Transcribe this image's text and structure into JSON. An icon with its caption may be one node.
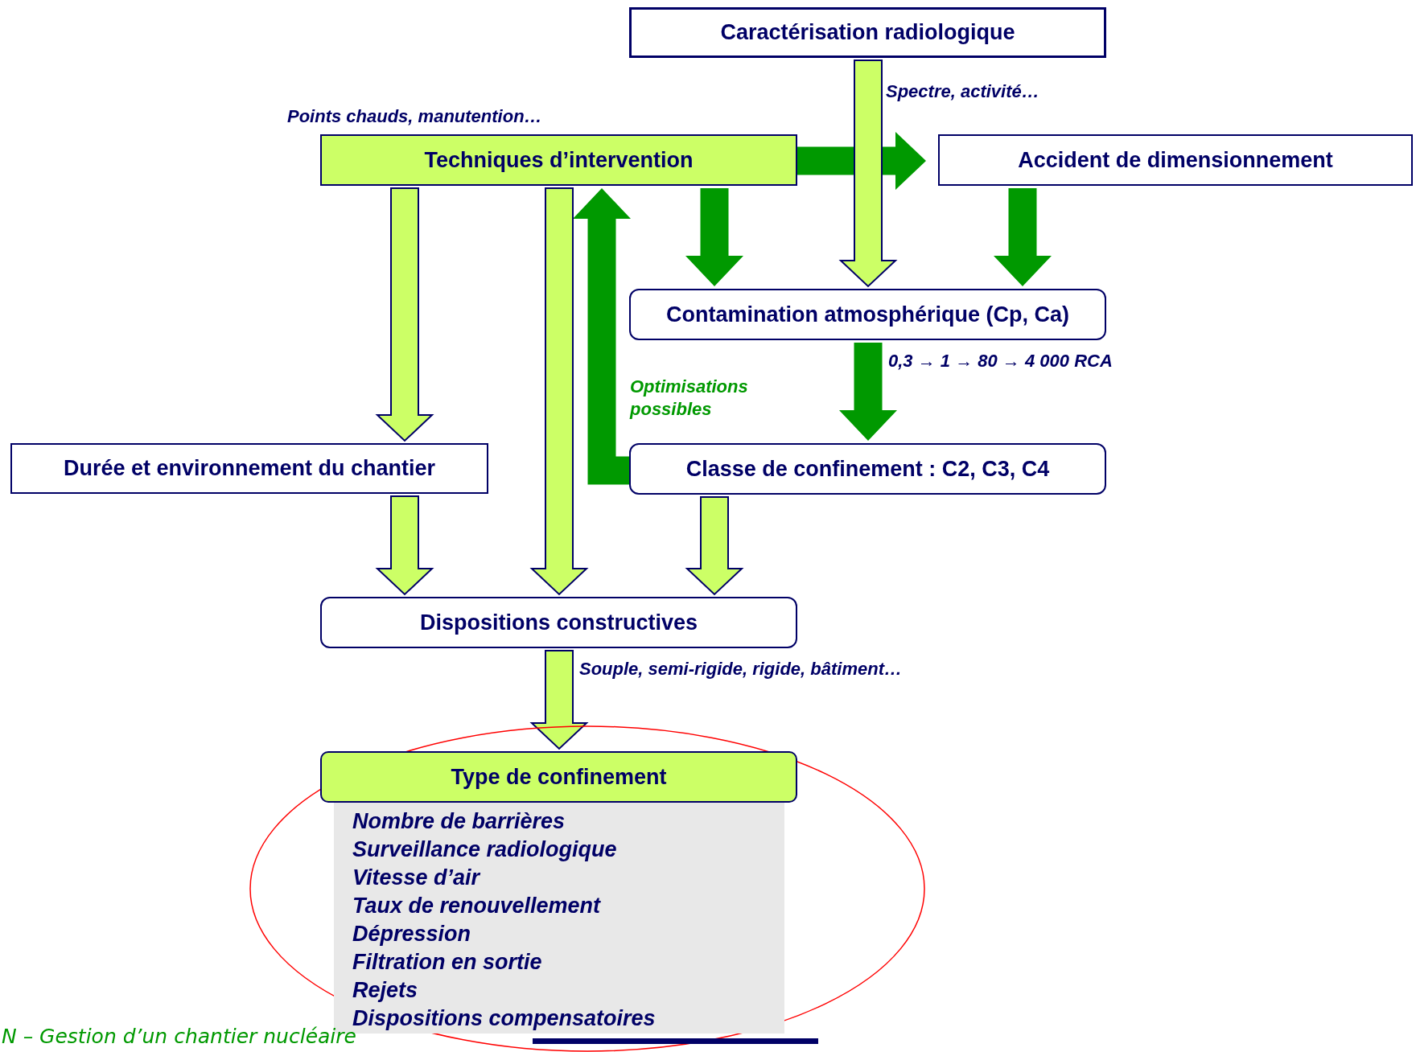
{
  "diagram": {
    "nodes": [
      {
        "text": [
          "Caractérisation radiologique"
        ]
      },
      {
        "text": [
          "Techniques d’intervention"
        ],
        "beside": [
          "Points chauds, manutention…"
        ]
      },
      {
        "text": [
          "Accident de dimensionnement"
        ]
      },
      {
        "text": [
          "Contamination atmosphérique (Cp, Ca)"
        ]
      },
      {
        "text": [
          "Durée et environnement du chantier"
        ]
      },
      {
        "text": [
          "Classe de confinement : C2, C3, C4"
        ]
      },
      {
        "text": [
          "Dispositions constructives"
        ]
      },
      {
        "text": [
          "Type de confinement"
        ]
      },
      {
        "text": [
          "Nombre de barrières",
          "Surveillance radiologique",
          "Vitesse d’air",
          "Taux de renouvellement",
          "Dépression",
          "Filtration en sortie",
          "Rejets",
          "Dispositions compensatoires"
        ]
      }
    ],
    "edges": [
      {
        "from": 0,
        "to": 3,
        "arrow": "to",
        "label": "Spectre, activité…"
      },
      {
        "from": 1,
        "to": 2,
        "arrow": "to",
        "color": "#009900"
      },
      {
        "from": 1,
        "to": 4,
        "arrow": "to"
      },
      {
        "from": 1,
        "to": 6,
        "arrow": "to"
      },
      {
        "from": 1,
        "to": 3,
        "arrow": "to",
        "color": "#009900"
      },
      {
        "from": 2,
        "to": 3,
        "arrow": "to",
        "color": "#009900"
      },
      {
        "from": 3,
        "to": 5,
        "arrow": "to",
        "color": "#009900",
        "label": "0,3 → 1 → 80 → 4 000 RCA"
      },
      {
        "from": 5,
        "to": 1,
        "arrow": "to",
        "color": "#009900",
        "label": "Optimisations possibles"
      },
      {
        "from": 4,
        "to": 6,
        "arrow": "to"
      },
      {
        "from": 5,
        "to": 6,
        "arrow": "to"
      },
      {
        "from": 6,
        "to": 7,
        "arrow": "to",
        "label": "Souple, semi-rigide, rigide, bâtiment…"
      }
    ],
    "labels": [
      "N – Gestion d’un chantier nucléaire"
    ]
  }
}
